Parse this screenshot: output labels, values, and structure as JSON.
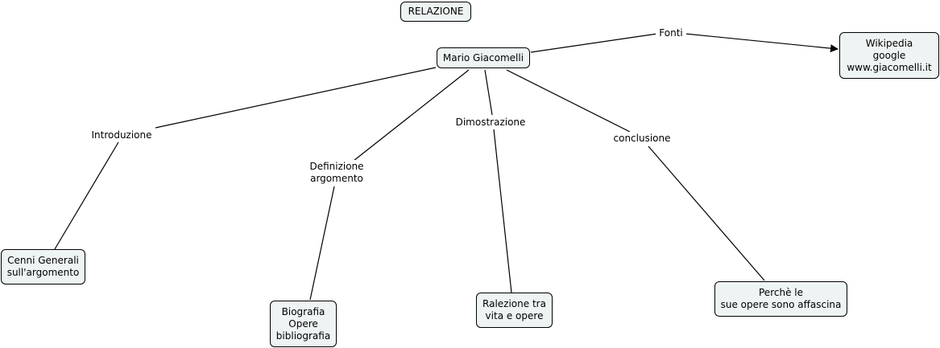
{
  "title": "RELAZIONE",
  "nodes": {
    "root": "Mario Giacomelli",
    "sources": [
      "Wikipedia",
      "google",
      "www.giacomelli.it"
    ],
    "general": [
      "Cenni Generali",
      "sull'argomento"
    ],
    "biography": [
      "Biografia",
      "Opere",
      "bibliografia"
    ],
    "relation": [
      "Ralezione tra",
      "vita e opere"
    ],
    "fascinate": [
      "Perchè le",
      "sue opere sono affascina"
    ]
  },
  "links": {
    "fonti": "Fonti",
    "introduzione": "Introduzione",
    "definizione": [
      "Definizione",
      "argomento"
    ],
    "dimostrazione": "Dimostrazione",
    "conclusione": "conclusione"
  },
  "colors": {
    "node_fill": "#eef3f3",
    "line": "#000000"
  }
}
